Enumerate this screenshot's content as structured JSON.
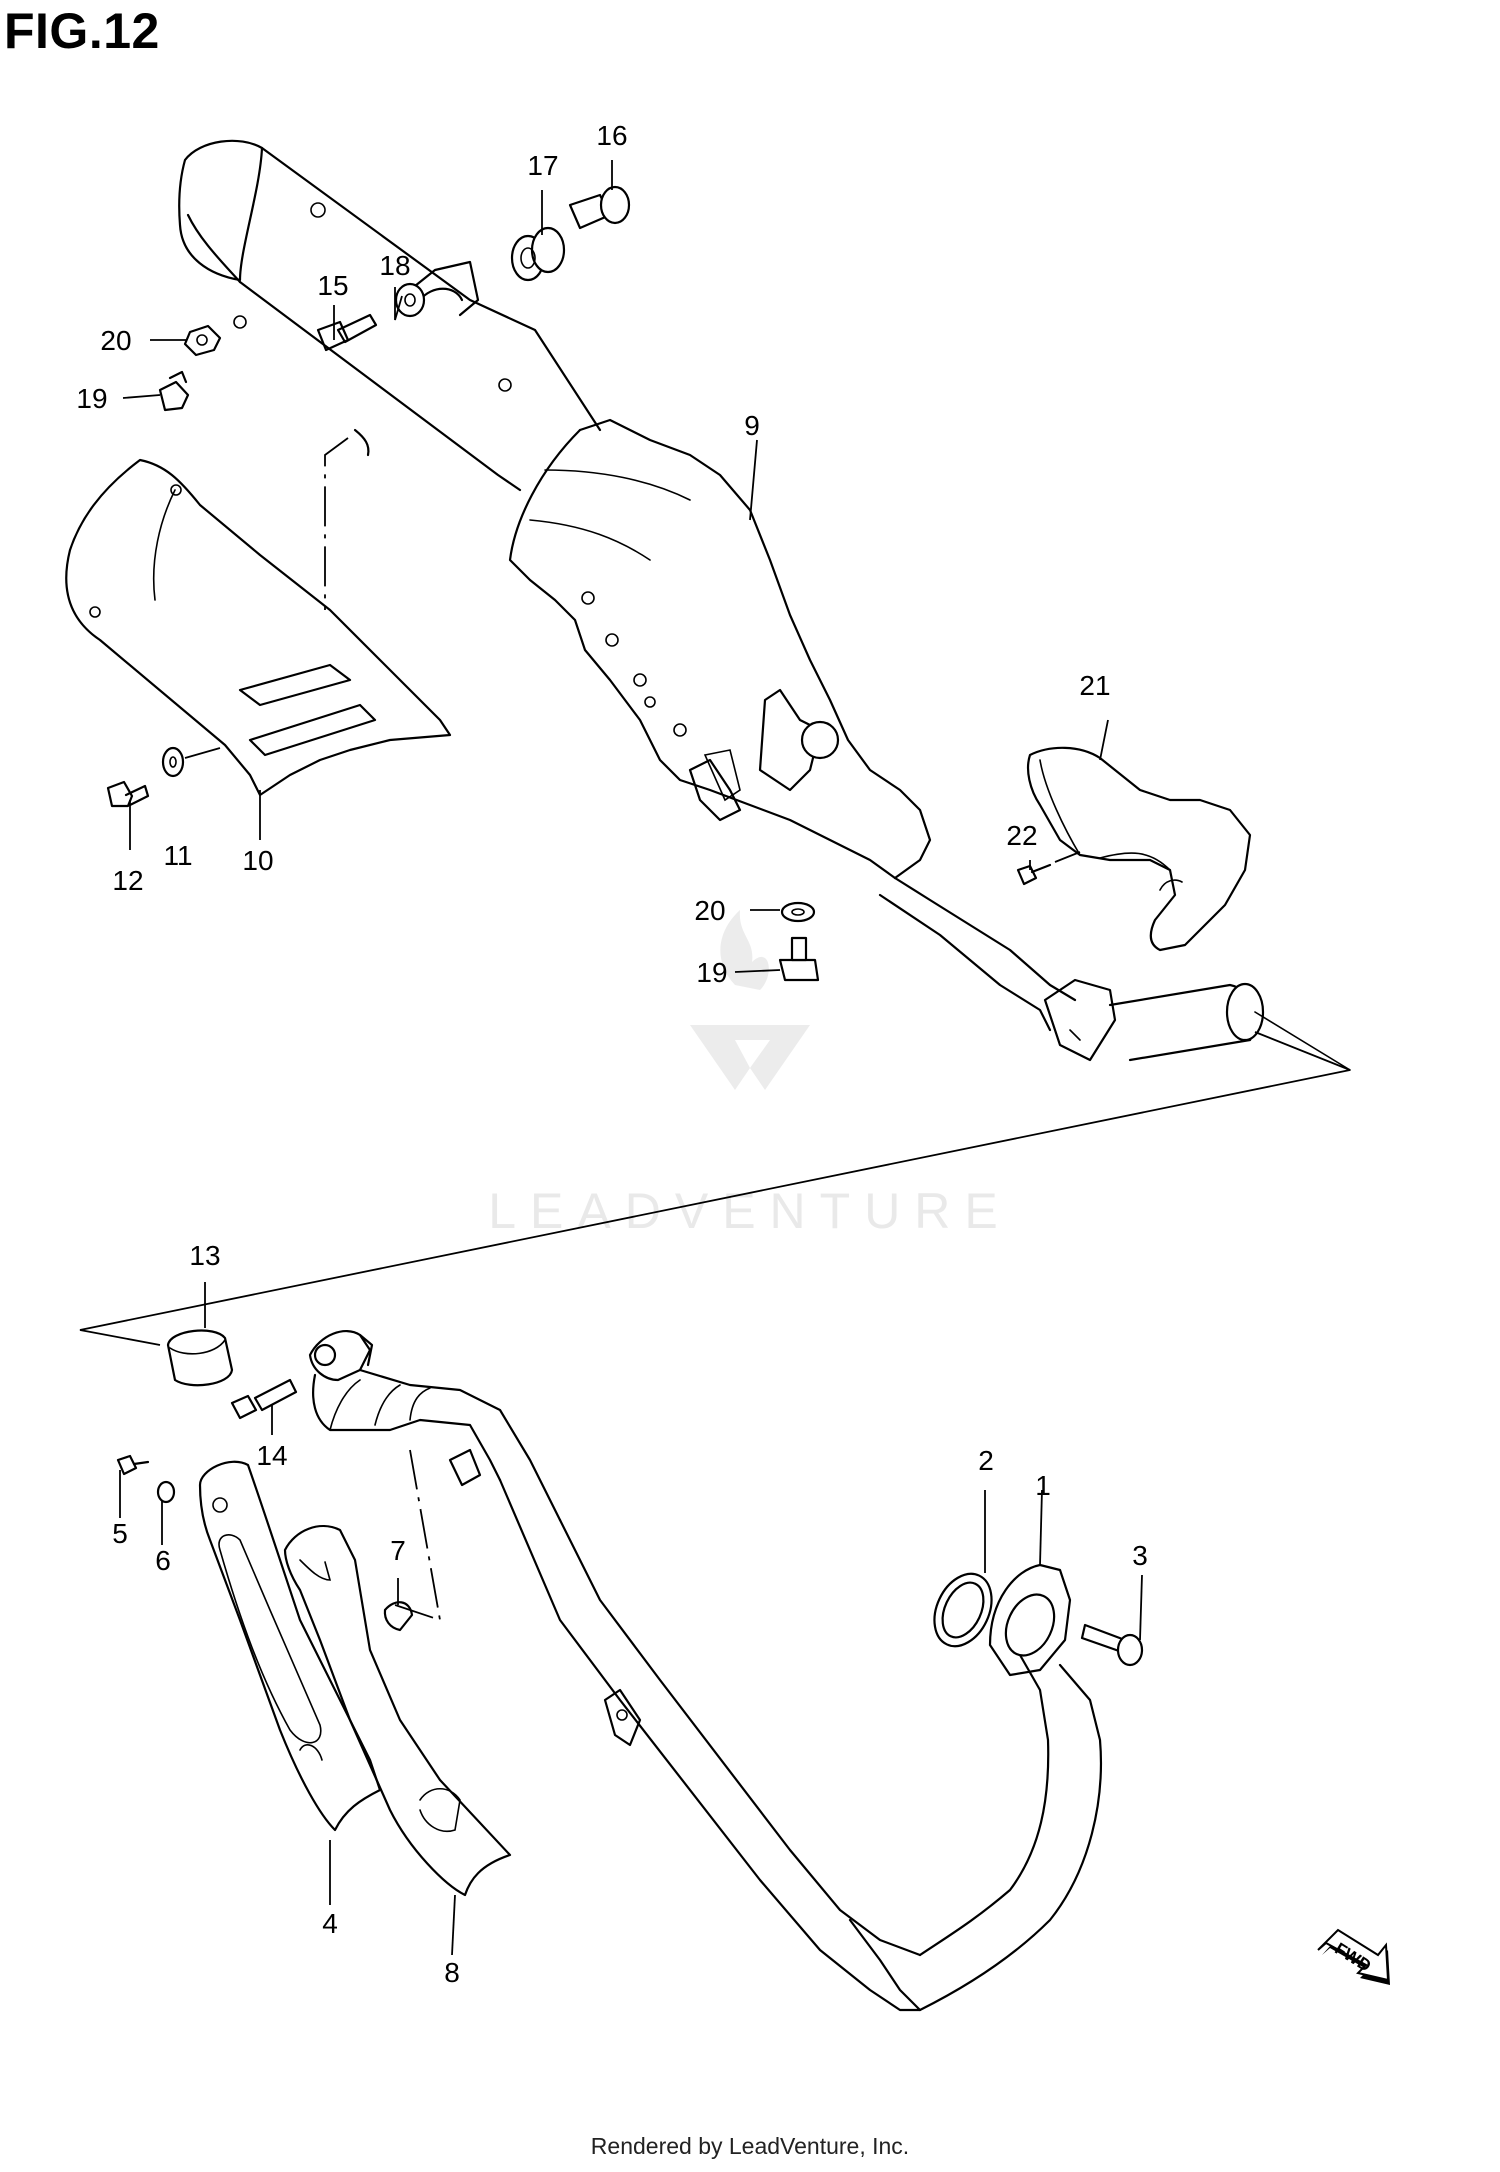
{
  "figure": {
    "title": "FIG.12"
  },
  "watermark": {
    "brand": "LEADVENTURE"
  },
  "footer": {
    "text": "Rendered by LeadVenture, Inc."
  },
  "fwd_badge": {
    "label": "FWD"
  },
  "callouts": [
    {
      "id": "p1",
      "label": "1"
    },
    {
      "id": "p2",
      "label": "2"
    },
    {
      "id": "p3",
      "label": "3"
    },
    {
      "id": "p4",
      "label": "4"
    },
    {
      "id": "p5",
      "label": "5"
    },
    {
      "id": "p6",
      "label": "6"
    },
    {
      "id": "p7",
      "label": "7"
    },
    {
      "id": "p8",
      "label": "8"
    },
    {
      "id": "p9",
      "label": "9"
    },
    {
      "id": "p10",
      "label": "10"
    },
    {
      "id": "p11",
      "label": "11"
    },
    {
      "id": "p12",
      "label": "12"
    },
    {
      "id": "p13",
      "label": "13"
    },
    {
      "id": "p14",
      "label": "14"
    },
    {
      "id": "p15",
      "label": "15"
    },
    {
      "id": "p16",
      "label": "16"
    },
    {
      "id": "p17",
      "label": "17"
    },
    {
      "id": "p18",
      "label": "18"
    },
    {
      "id": "p19a",
      "label": "19"
    },
    {
      "id": "p19b",
      "label": "19"
    },
    {
      "id": "p20a",
      "label": "20"
    },
    {
      "id": "p20b",
      "label": "20"
    },
    {
      "id": "p21",
      "label": "21"
    },
    {
      "id": "p22",
      "label": "22"
    }
  ]
}
